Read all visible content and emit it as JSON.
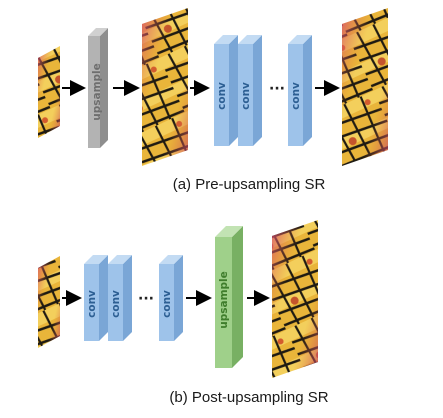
{
  "panel_a": {
    "caption": "(a) Pre-upsampling SR",
    "blocks": {
      "upsample": "upsample",
      "conv1": "conv",
      "conv2": "conv",
      "conv3": "conv",
      "ellipsis": "···"
    }
  },
  "panel_b": {
    "caption": "(b) Post-upsampling SR",
    "blocks": {
      "conv1": "conv",
      "conv2": "conv",
      "conv3": "conv",
      "ellipsis": "···",
      "upsample": "upsample"
    }
  },
  "colors": {
    "conv_front": "#9ec3ea",
    "conv_side": "#7aa6d6",
    "conv_top": "#c3dbf3",
    "conv_text": "#2d5f93",
    "upsample_gray_front": "#b3b3b3",
    "upsample_gray_side": "#8e8e8e",
    "upsample_gray_top": "#d0d0d0",
    "upsample_green_front": "#9fd08a",
    "upsample_green_side": "#78b063",
    "upsample_green_top": "#c2e3b3",
    "upsample_green_text": "#3f7d2c",
    "arrow": "#000000"
  },
  "icons": [
    "butterfly-image",
    "arrow-right"
  ]
}
